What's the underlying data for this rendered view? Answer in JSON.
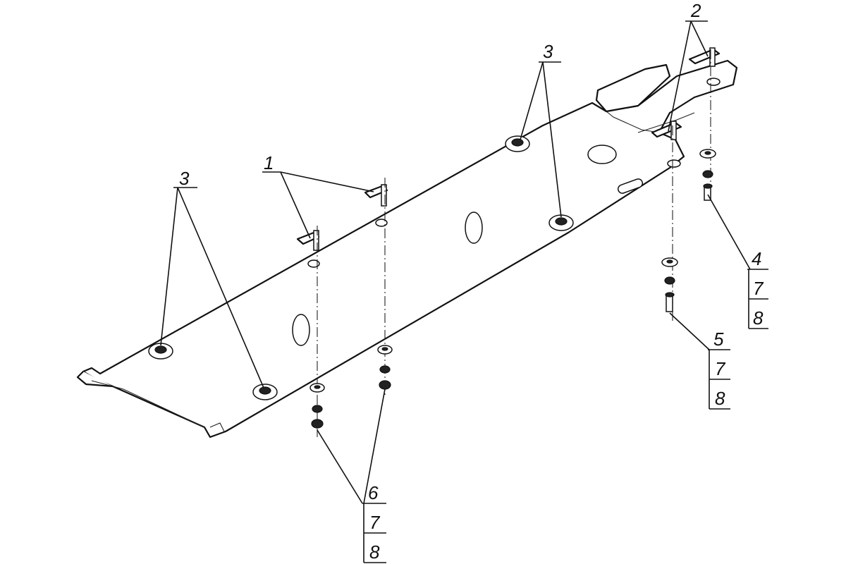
{
  "callouts": [
    {
      "id": "1",
      "label": "1"
    },
    {
      "id": "2",
      "label": "2"
    },
    {
      "id": "3a",
      "label": "3"
    },
    {
      "id": "3b",
      "label": "3"
    },
    {
      "id": "4",
      "label": "4",
      "sub": [
        "7",
        "8"
      ]
    },
    {
      "id": "5",
      "label": "5",
      "sub": [
        "7",
        "8"
      ]
    },
    {
      "id": "6",
      "label": "6",
      "sub": [
        "7",
        "8"
      ]
    }
  ]
}
